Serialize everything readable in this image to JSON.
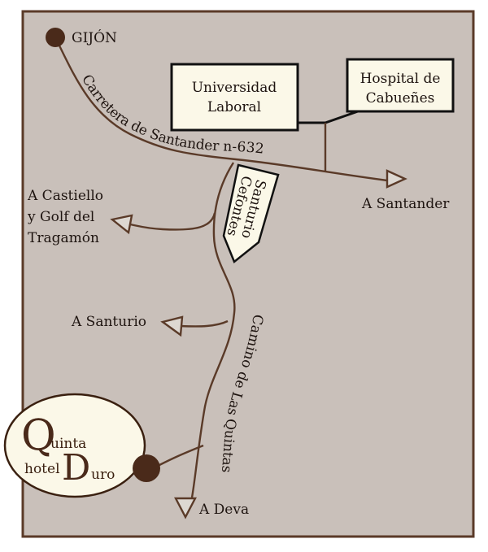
{
  "colors": {
    "background": "#c9c0ba",
    "brown": "#5a3a28",
    "box": "#fbf8e8"
  },
  "places": {
    "gijon": "GIJÓN",
    "universidad": [
      "Universidad",
      "Laboral"
    ],
    "hospital": [
      "Hospital de",
      "Cabueñes"
    ],
    "santander": "A Santander",
    "castiello": [
      "A Castiello",
      "y Golf del",
      "Tragamón"
    ],
    "santurio": "A Santurio",
    "deva": "A Deva",
    "santurio_cefontes": [
      "Santurio",
      "Cefontes"
    ]
  },
  "roads": {
    "main": "Carretera de Santander n-632",
    "camino": "Camino de Las Quintas"
  },
  "logo": {
    "q": "Q",
    "quinta": "uinta",
    "hotel": "hotel",
    "d": "D",
    "duro": "uro"
  }
}
